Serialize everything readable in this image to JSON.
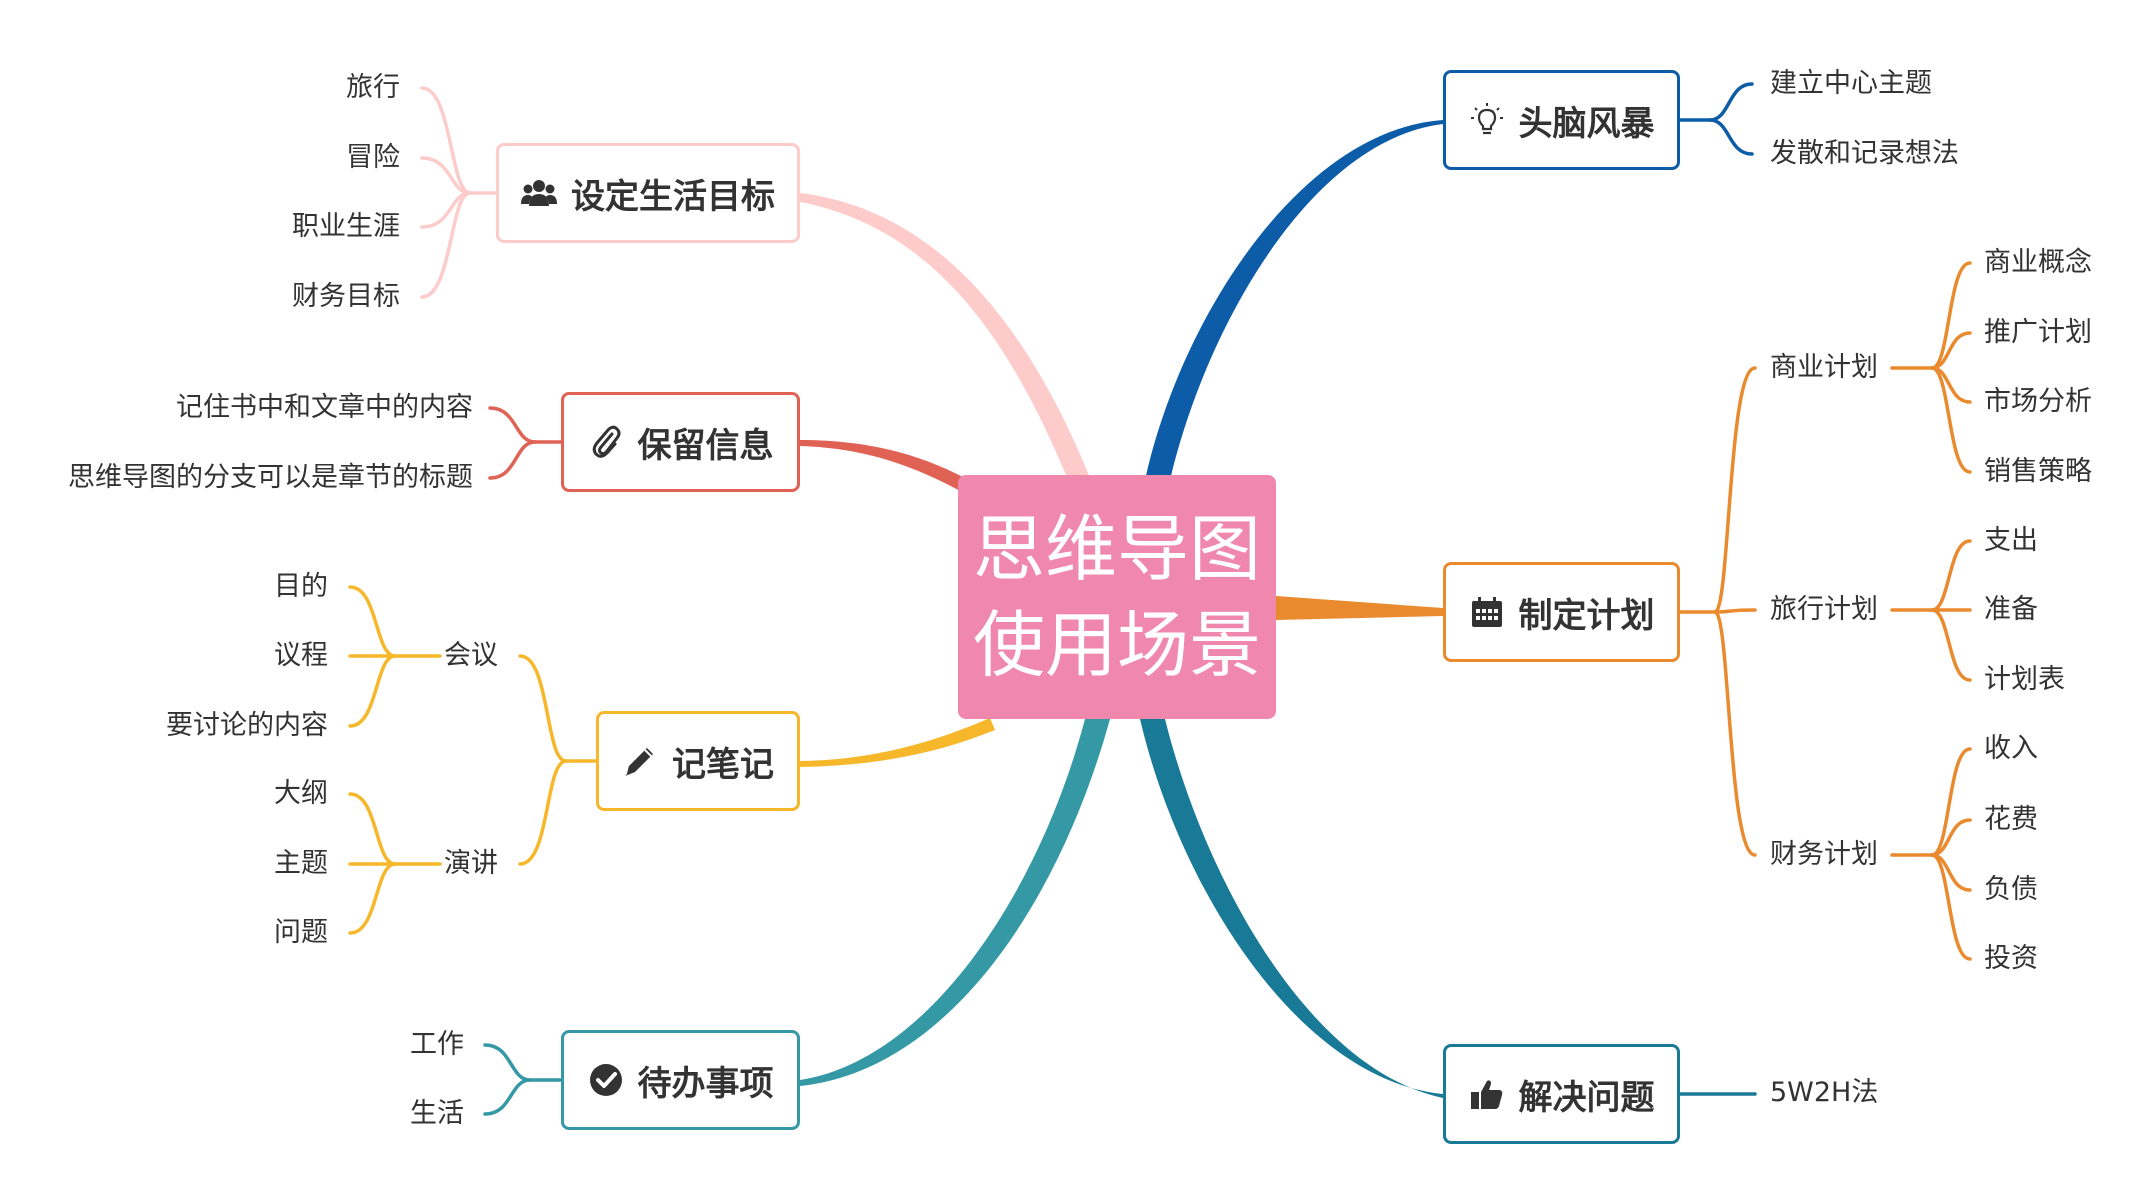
{
  "colors": {
    "center": "#f088ae",
    "life_goals": "#fecbcb",
    "info": "#e06255",
    "notes": "#f6b72a",
    "todo": "#3599a5",
    "brainstorm": "#0c5ca8",
    "plan": "#ea8a2f",
    "solve": "#187a96"
  },
  "center": {
    "line1": "思维导图",
    "line2": "使用场景"
  },
  "topics": {
    "life_goals": {
      "label": "设定生活目标",
      "icon": "users-icon",
      "children": [
        "旅行",
        "冒险",
        "职业生涯",
        "财务目标"
      ]
    },
    "info": {
      "label": "保留信息",
      "icon": "paperclip-icon",
      "children": [
        "记住书中和文章中的内容",
        "思维导图的分支可以是章节的标题"
      ]
    },
    "notes": {
      "label": "记笔记",
      "icon": "pencil-icon",
      "groups": [
        {
          "label": "会议",
          "children": [
            "目的",
            "议程",
            "要讨论的内容"
          ]
        },
        {
          "label": "演讲",
          "children": [
            "大纲",
            "主题",
            "问题"
          ]
        }
      ]
    },
    "todo": {
      "label": "待办事项",
      "icon": "check-circle-icon",
      "children": [
        "工作",
        "生活"
      ]
    },
    "brainstorm": {
      "label": "头脑风暴",
      "icon": "lightbulb-icon",
      "children": [
        "建立中心主题",
        "发散和记录想法"
      ]
    },
    "plan": {
      "label": "制定计划",
      "icon": "calendar-icon",
      "groups": [
        {
          "label": "商业计划",
          "children": [
            "商业概念",
            "推广计划",
            "市场分析",
            "销售策略"
          ]
        },
        {
          "label": "旅行计划",
          "children": [
            "支出",
            "准备",
            "计划表"
          ]
        },
        {
          "label": "财务计划",
          "children": [
            "收入",
            "花费",
            "负债",
            "投资"
          ]
        }
      ]
    },
    "solve": {
      "label": "解决问题",
      "icon": "thumbs-up-icon",
      "children": [
        "5W2H法"
      ]
    }
  }
}
